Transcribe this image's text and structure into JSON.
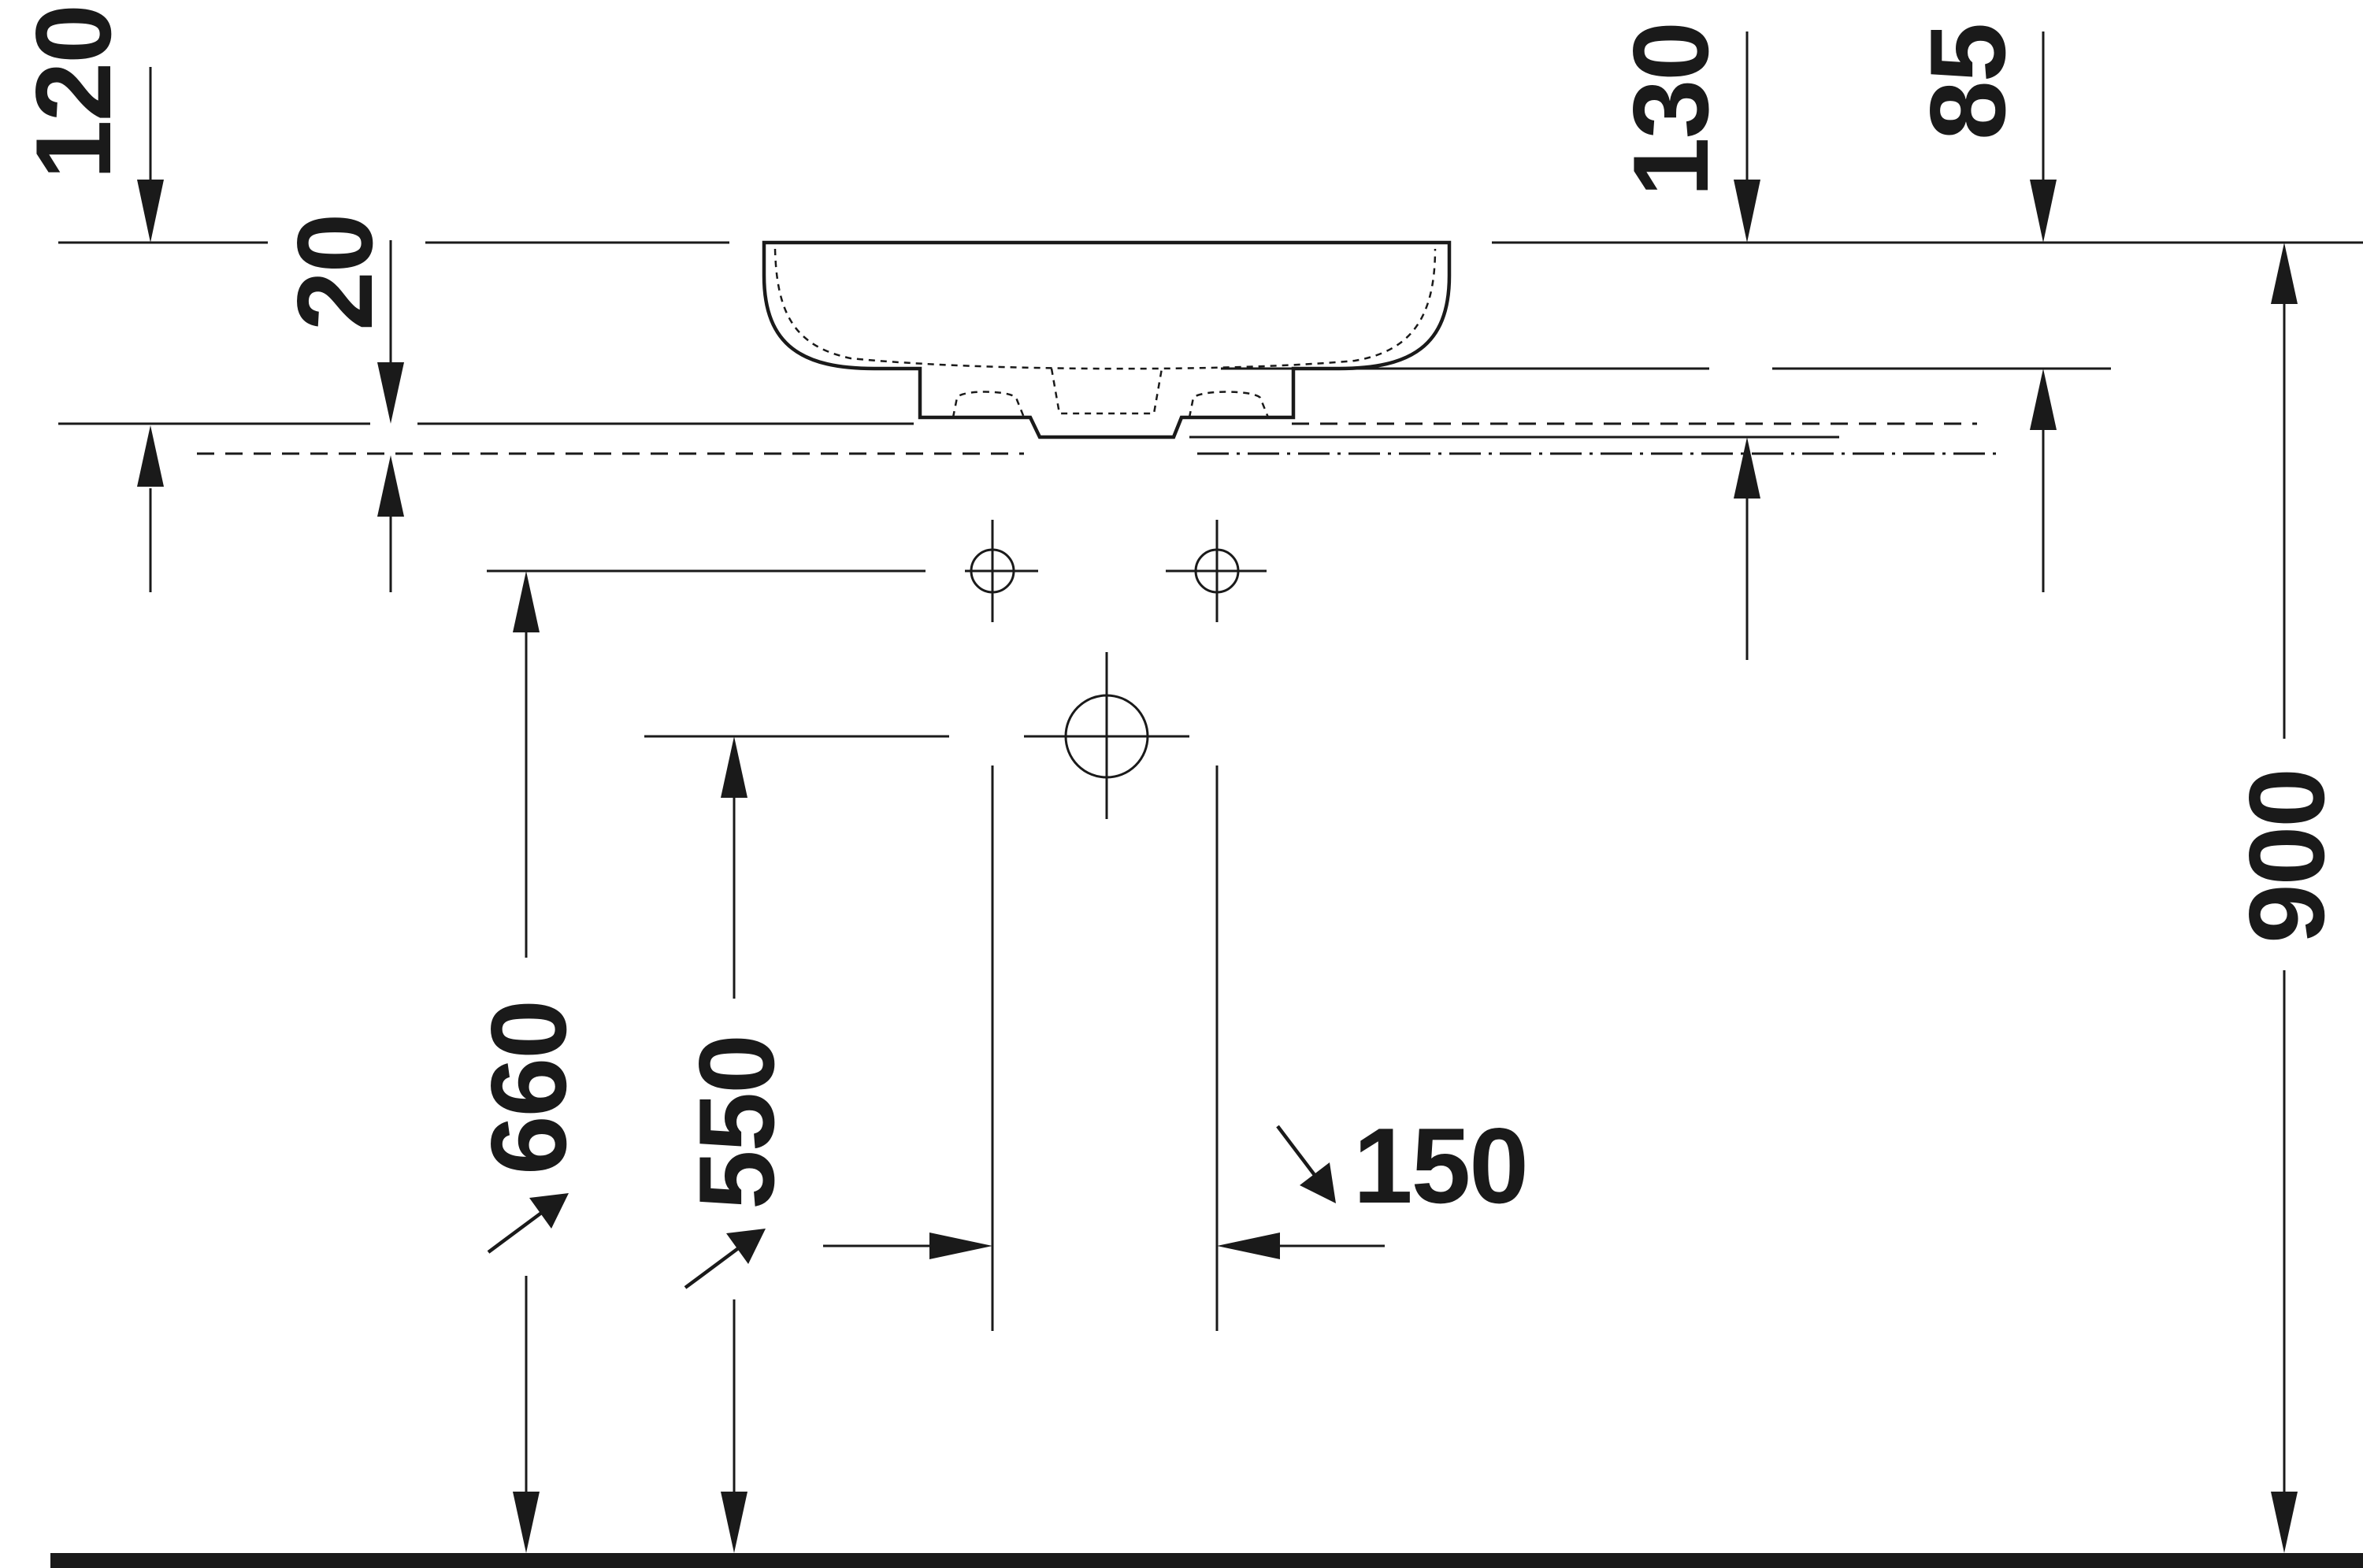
{
  "dimensions": {
    "d120": "120",
    "d20": "20",
    "d130": "130",
    "d85": "85",
    "d900": "900",
    "d660": "660",
    "d550": "550",
    "d150": "150"
  },
  "colors": {
    "line": "#1a1a1a",
    "background": "#ffffff"
  }
}
